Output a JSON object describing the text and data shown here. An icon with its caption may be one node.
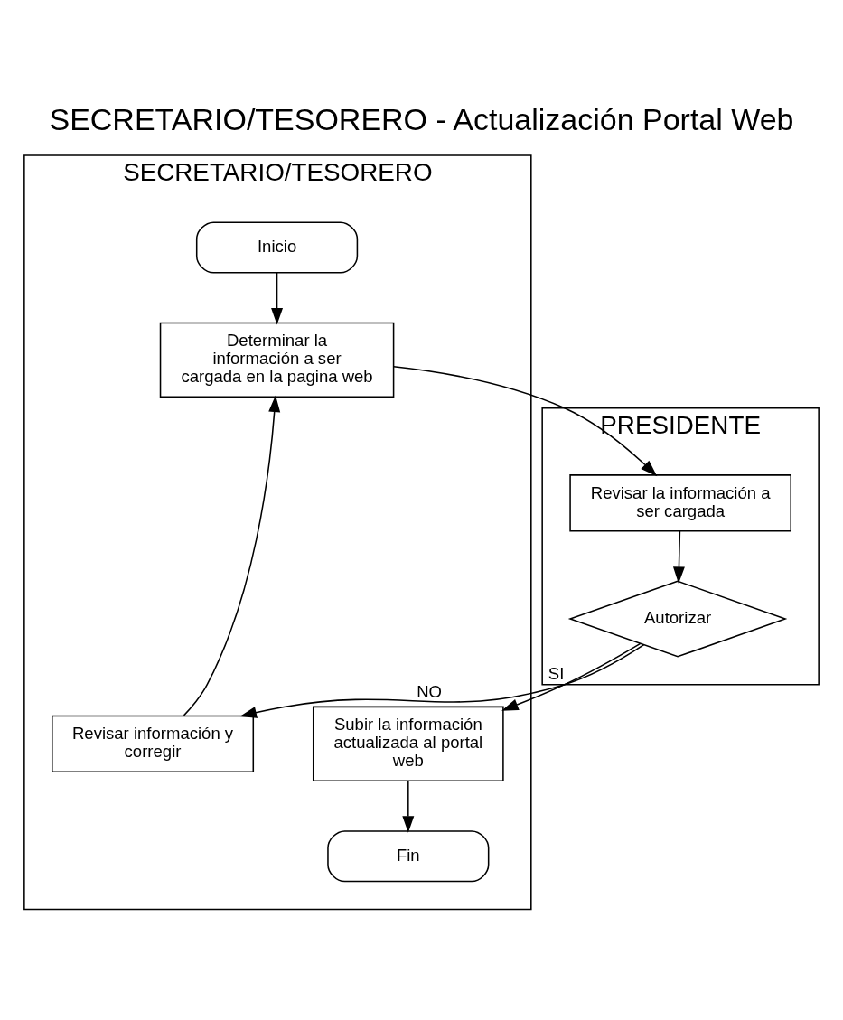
{
  "diagram": {
    "title": "SECRETARIO/TESORERO - Actualización Portal Web",
    "nodes": [
      {
        "text": [
          "SECRETARIO/TESORERO"
        ]
      },
      {
        "text": [
          "PRESIDENTE"
        ]
      },
      {
        "text": [
          "Inicio"
        ],
        "in": 0
      },
      {
        "text": [
          "Determinar la información a ser cargada en la pagina web"
        ],
        "in": 0
      },
      {
        "text": [
          "Revisar la información a ser cargada"
        ],
        "in": 1
      },
      {
        "text": [
          "Autorizar"
        ],
        "in": 1
      },
      {
        "text": [
          "Revisar información y corregir"
        ],
        "in": 0
      },
      {
        "text": [
          "Subir la información actualizada al portal web"
        ],
        "in": 0
      },
      {
        "text": [
          "Fin"
        ],
        "in": 0
      }
    ],
    "edges": [
      {
        "from": 2,
        "to": 3,
        "arrow": "to"
      },
      {
        "from": 3,
        "to": 4,
        "arrow": "to"
      },
      {
        "from": 4,
        "to": 5,
        "arrow": "to"
      },
      {
        "from": 5,
        "to": 6,
        "arrow": "to",
        "label": "NO"
      },
      {
        "from": 6,
        "to": 3,
        "arrow": "to"
      },
      {
        "from": 5,
        "to": 7,
        "arrow": "to",
        "label": "SI"
      },
      {
        "from": 7,
        "to": 8,
        "arrow": "to"
      }
    ]
  }
}
